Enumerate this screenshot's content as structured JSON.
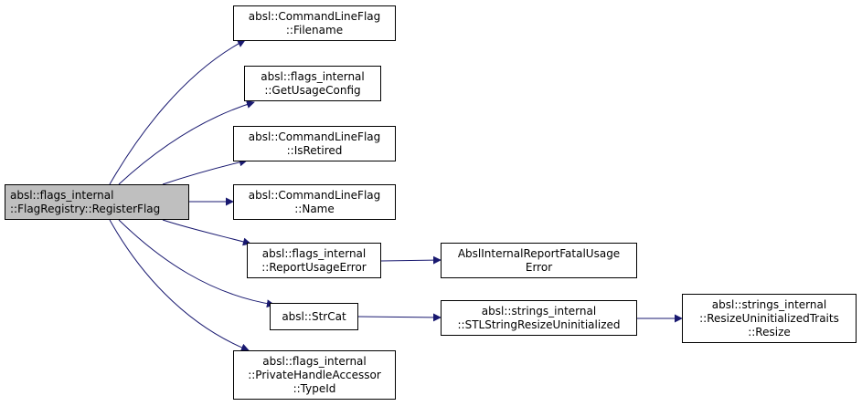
{
  "diagram": {
    "colors": {
      "edge": "#191970",
      "border": "#000000",
      "root_fill": "#bfbfbf",
      "node_fill": "#ffffff"
    },
    "nodes": [
      {
        "id": "register-flag",
        "lines": [
          "absl::flags_internal",
          "::FlagRegistry::RegisterFlag"
        ],
        "root": true
      },
      {
        "id": "filename",
        "lines": [
          "absl::CommandLineFlag",
          "::Filename"
        ]
      },
      {
        "id": "get-usage-config",
        "lines": [
          "absl::flags_internal",
          "::GetUsageConfig"
        ]
      },
      {
        "id": "is-retired",
        "lines": [
          "absl::CommandLineFlag",
          "::IsRetired"
        ]
      },
      {
        "id": "name",
        "lines": [
          "absl::CommandLineFlag",
          "::Name"
        ]
      },
      {
        "id": "report-usage-error",
        "lines": [
          "absl::flags_internal",
          "::ReportUsageError"
        ]
      },
      {
        "id": "str-cat",
        "lines": [
          "absl::StrCat"
        ]
      },
      {
        "id": "type-id",
        "lines": [
          "absl::flags_internal",
          "::PrivateHandleAccessor",
          "::TypeId"
        ]
      },
      {
        "id": "report-fatal-usage-error",
        "lines": [
          "AbslInternalReportFatalUsage",
          "Error"
        ]
      },
      {
        "id": "stl-string-resize",
        "lines": [
          "absl::strings_internal",
          "::STLStringResizeUninitialized"
        ]
      },
      {
        "id": "resize-traits",
        "lines": [
          "absl::strings_internal",
          "::ResizeUninitializedTraits",
          "::Resize"
        ]
      }
    ],
    "edges": [
      [
        "register-flag",
        "filename"
      ],
      [
        "register-flag",
        "get-usage-config"
      ],
      [
        "register-flag",
        "is-retired"
      ],
      [
        "register-flag",
        "name"
      ],
      [
        "register-flag",
        "report-usage-error"
      ],
      [
        "register-flag",
        "str-cat"
      ],
      [
        "register-flag",
        "type-id"
      ],
      [
        "report-usage-error",
        "report-fatal-usage-error"
      ],
      [
        "str-cat",
        "stl-string-resize"
      ],
      [
        "stl-string-resize",
        "resize-traits"
      ]
    ]
  }
}
